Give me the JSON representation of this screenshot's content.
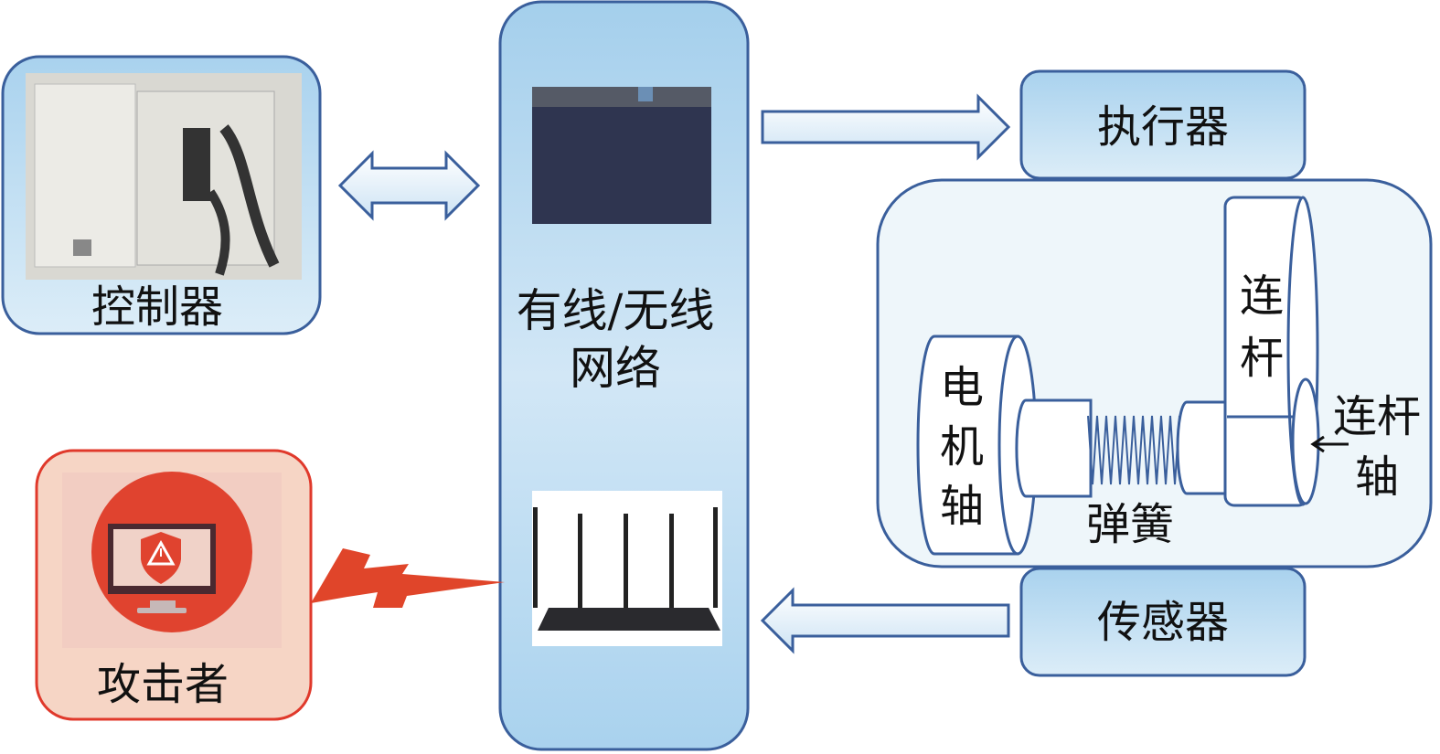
{
  "controller": {
    "label": "控制器"
  },
  "network": {
    "line1": "有线/无线",
    "line2": "网络"
  },
  "actuator": {
    "label": "执行器"
  },
  "sensor": {
    "label": "传感器"
  },
  "attacker": {
    "label": "攻击者"
  },
  "plant": {
    "motor_shaft": [
      "电",
      "机",
      "轴"
    ],
    "link": [
      "连",
      "杆"
    ],
    "link_shaft": [
      "连杆",
      "轴"
    ],
    "spring": "弹簧"
  },
  "colors": {
    "box_stroke": "#3a5f9c",
    "box_fill": "#bcdcf0",
    "attack": "#e0392b",
    "attack_fill": "#f6d5c5"
  }
}
